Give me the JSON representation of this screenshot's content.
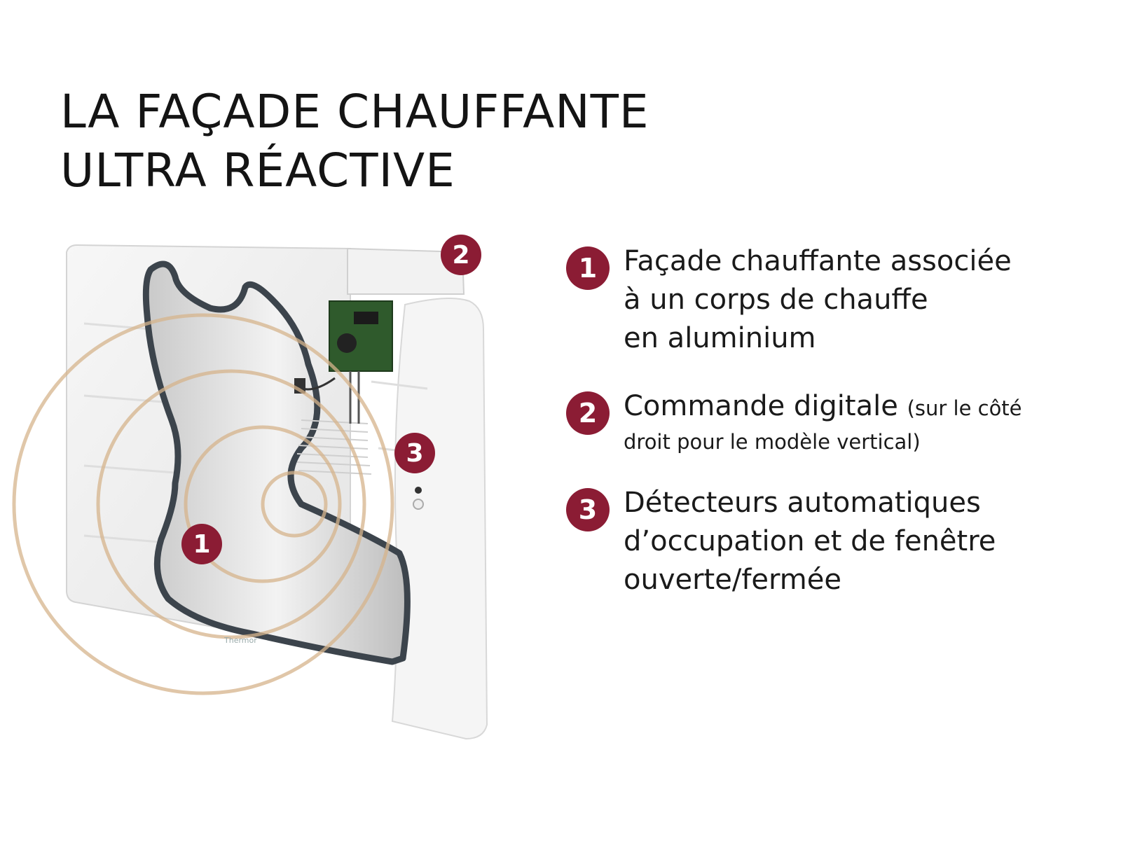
{
  "title": {
    "line1": "LA FAÇADE CHAUFFANTE",
    "line2": "ULTRA RÉACTIVE"
  },
  "colors": {
    "badge": "#8b1c34",
    "rings": "#d6b48c",
    "outline": "#3c444c"
  },
  "illustration": {
    "badges": [
      "1",
      "2",
      "3"
    ],
    "brand": "Thermor"
  },
  "legend": {
    "items": [
      {
        "number": "1",
        "lines": [
          "Façade chauffante associée",
          "à un corps de chauffe",
          "en aluminium"
        ]
      },
      {
        "number": "2",
        "main": "Commande digitale",
        "note_start": "(sur le côté",
        "note_end": "droit pour le modèle vertical)"
      },
      {
        "number": "3",
        "lines": [
          "Détecteurs automatiques",
          "d’occupation et de fenêtre",
          "ouverte/fermée"
        ]
      }
    ]
  }
}
